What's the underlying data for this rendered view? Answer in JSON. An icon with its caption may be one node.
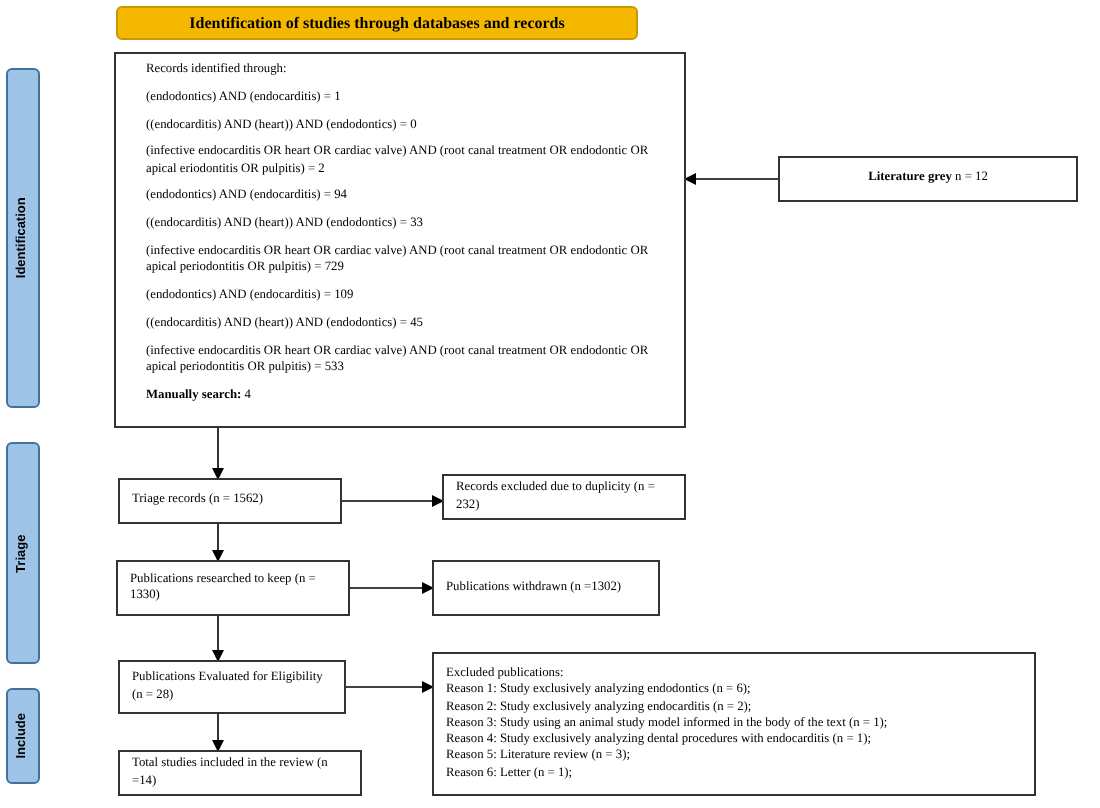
{
  "diagram": {
    "title": "Identification of studies through databases and records",
    "nodes": [
      {
        "text": [
          "Identification"
        ]
      },
      {
        "text": [
          "Triage"
        ]
      },
      {
        "text": [
          "Include"
        ]
      },
      {
        "text": [
          "Records identified through:",
          "(endodontics) AND (endocarditis) = 1",
          "((endocarditis) AND (heart)) AND (endodontics) = 0",
          "(infective endocarditis OR heart OR cardiac valve) AND (root canal treatment OR endodontic OR apical eriodontitis OR pulpitis) = 2",
          "(endodontics) AND (endocarditis) = 94",
          "((endocarditis) AND (heart)) AND (endodontics) = 33",
          "(infective endocarditis OR heart OR cardiac valve) AND (root canal treatment OR endodontic OR apical periodontitis OR pulpitis) = 729",
          "(endodontics) AND (endocarditis) = 109",
          "((endocarditis) AND (heart)) AND (endodontics) = 45",
          "(infective endocarditis OR heart OR cardiac valve) AND (root canal treatment OR endodontic OR apical periodontitis OR pulpitis) = 533",
          "**Manually search:** 4"
        ]
      },
      {
        "text": [
          "**Literature grey** n = 12"
        ]
      },
      {
        "text": [
          "Triage records (n = 1562)"
        ]
      },
      {
        "text": [
          "Records excluded due to duplicity (n = 232)"
        ]
      },
      {
        "text": [
          "Publications researched to keep (n = 1330)"
        ]
      },
      {
        "text": [
          "Publications withdrawn (n =1302)"
        ]
      },
      {
        "text": [
          "Publications Evaluated for Eligibility (n = 28)"
        ]
      },
      {
        "text": [
          "Excluded publications:",
          "Reason 1: Study exclusively analyzing endodontics (n = 6);",
          "Reason 2: Study exclusively analyzing endocarditis (n = 2);",
          "Reason 3: Study using an animal study model informed in the body of the text (n = 1);",
          "Reason 4: Study exclusively analyzing dental procedures with endocarditis (n = 1);",
          "Reason 5: Literature review (n = 3);",
          "Reason 6: Letter (n = 1);"
        ]
      },
      {
        "text": [
          "Total studies included in the review (n =14)"
        ]
      }
    ],
    "edges": [
      {
        "from": 4,
        "to": 3,
        "arrow": "to"
      },
      {
        "from": 3,
        "to": 5,
        "arrow": "to"
      },
      {
        "from": 5,
        "to": 6,
        "arrow": "to"
      },
      {
        "from": 5,
        "to": 7,
        "arrow": "to"
      },
      {
        "from": 7,
        "to": 8,
        "arrow": "to"
      },
      {
        "from": 7,
        "to": 9,
        "arrow": "to"
      },
      {
        "from": 9,
        "to": 10,
        "arrow": "to"
      },
      {
        "from": 9,
        "to": 11,
        "arrow": "to"
      }
    ]
  }
}
